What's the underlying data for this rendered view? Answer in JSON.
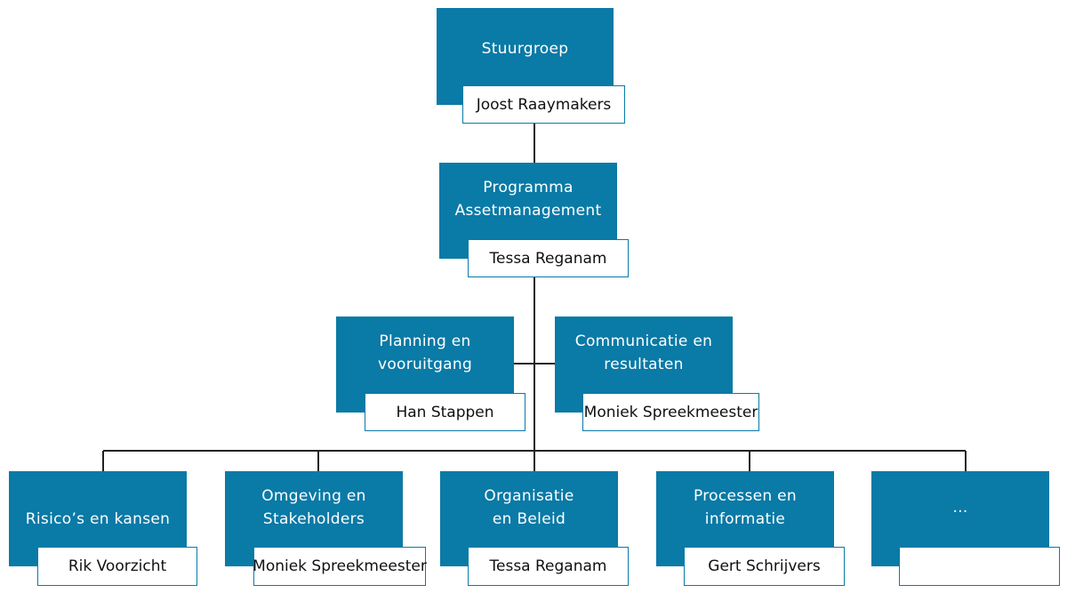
{
  "nodes": [
    {
      "id": "stuurgroep",
      "title": "Stuurgroep",
      "person": "Joost Raaymakers"
    },
    {
      "id": "programma",
      "title": "Programma\nAssetmanagement",
      "person": "Tessa Reganam"
    },
    {
      "id": "planning",
      "title": "Planning en\nvooruitgang",
      "person": "Han Stappen"
    },
    {
      "id": "communicatie",
      "title": "Communicatie en\nresultaten",
      "person": "Moniek Spreekmeester"
    },
    {
      "id": "risicos",
      "title": "Risico’s en kansen",
      "person": "Rik Voorzicht"
    },
    {
      "id": "omgeving",
      "title": "Omgeving en\nStakeholders",
      "person": "Moniek Spreekmeester"
    },
    {
      "id": "organisatie",
      "title": "Organisatie\nen Beleid",
      "person": "Tessa Reganam"
    },
    {
      "id": "processen",
      "title": "Processen en\ninformatie",
      "person": "Gert Schrijvers"
    },
    {
      "id": "overig",
      "title": "…",
      "person": ""
    }
  ],
  "colors": {
    "unit": "#0a7aa6",
    "line": "#222222",
    "person_border": "#0a7aa6"
  }
}
